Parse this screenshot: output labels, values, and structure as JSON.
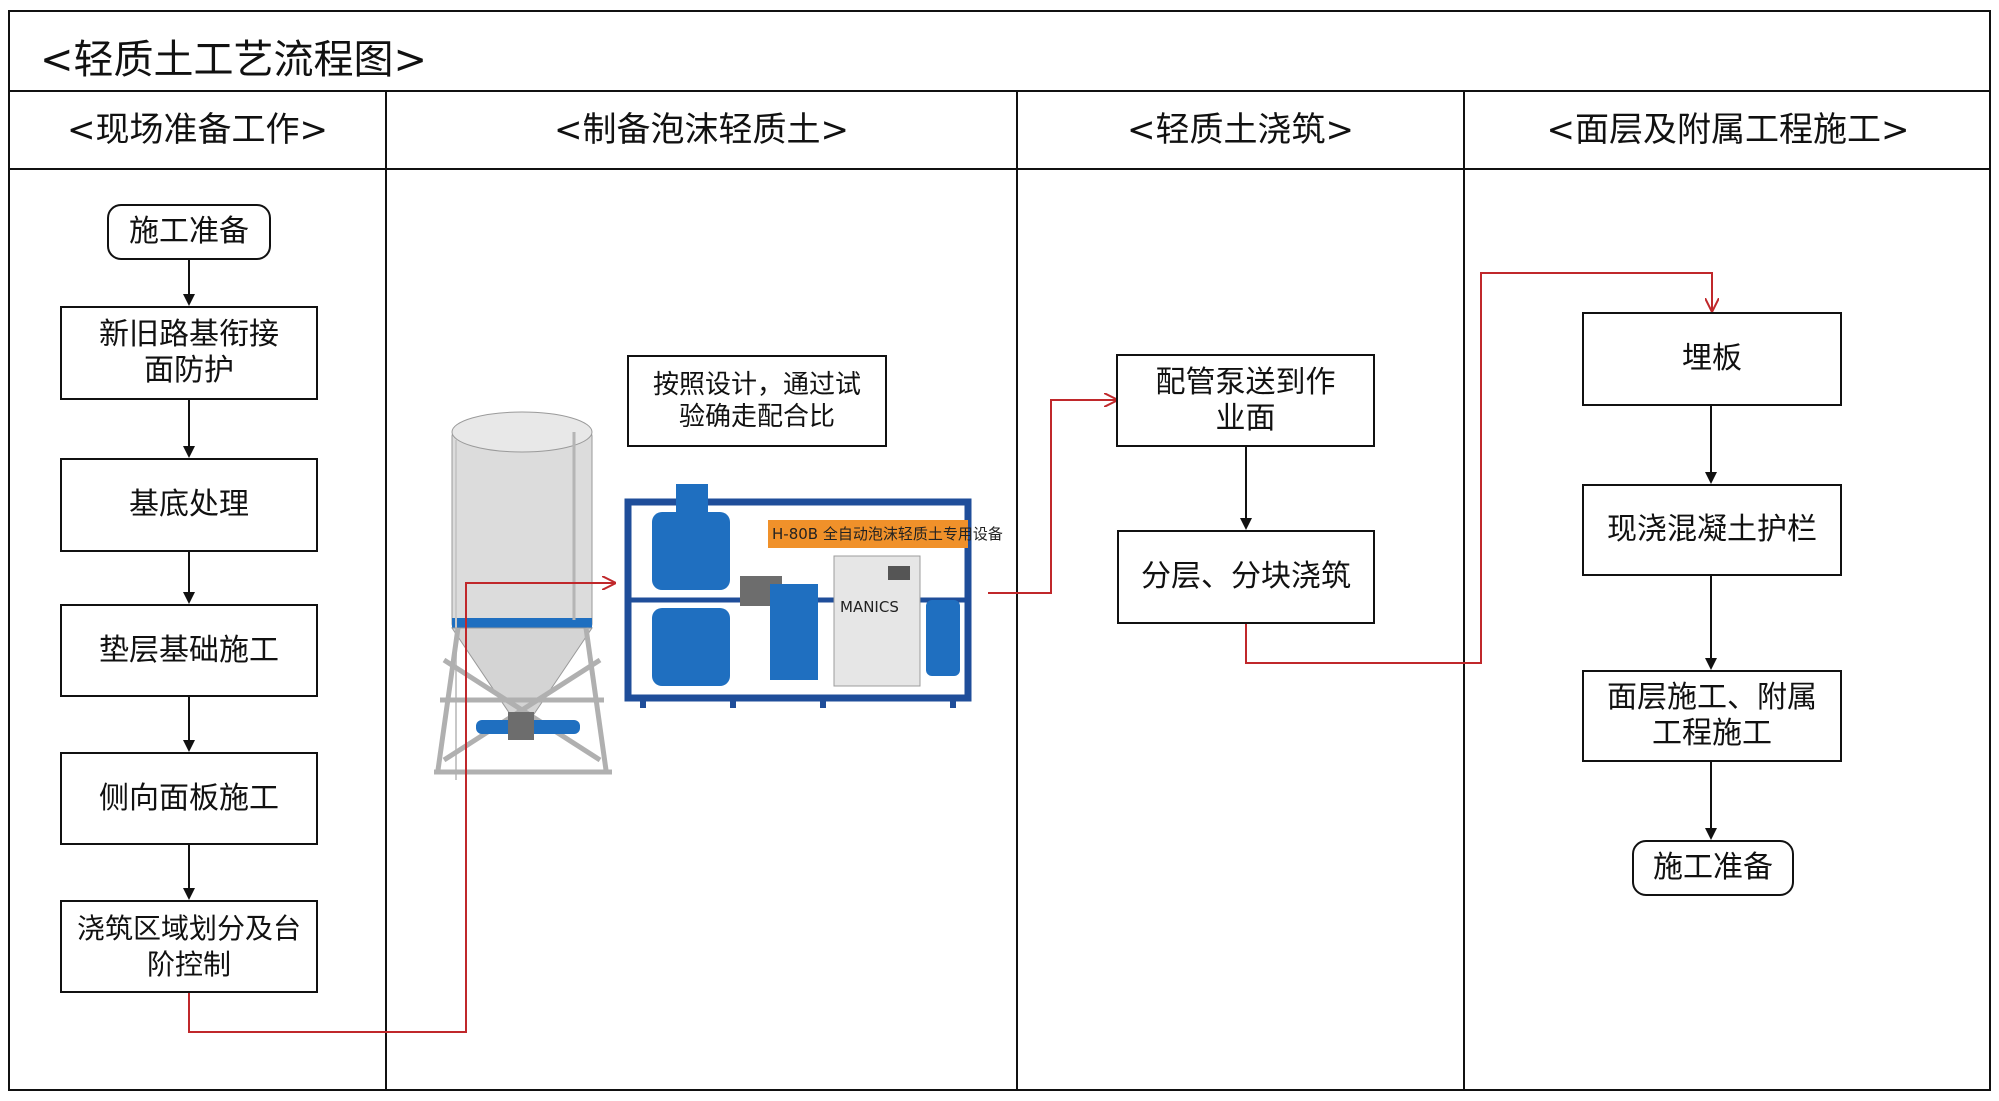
{
  "title": "<轻质土工艺流程图>",
  "columns": [
    {
      "label": "<现场准备工作>"
    },
    {
      "label": "<制备泡沫轻质土>"
    },
    {
      "label": "<轻质土浇筑>"
    },
    {
      "label": "<面层及附属工程施工>"
    }
  ],
  "col1": {
    "steps": [
      "施工准备",
      "新旧路基衔接\n面防护",
      "基底处理",
      "垫层基础施工",
      "侧向面板施工",
      "浇筑区域划分及台\n阶控制"
    ]
  },
  "col2": {
    "note": "按照设计，通过试\n验确走配合比",
    "equipment_sign": "H-80B 全自动泡沫轻质土专用设备",
    "equipment_brand": "MANICS"
  },
  "col3": {
    "steps": [
      "配管泵送到作\n业面",
      "分层、分块浇筑"
    ]
  },
  "col4": {
    "steps": [
      "埋板",
      "现浇混凝土护栏",
      "面层施工、附属\n工程施工",
      "施工准备"
    ]
  },
  "colors": {
    "connector_red": "#c0282b",
    "tank_blue": "#1f6fc0",
    "sign_orange": "#f0912a"
  }
}
